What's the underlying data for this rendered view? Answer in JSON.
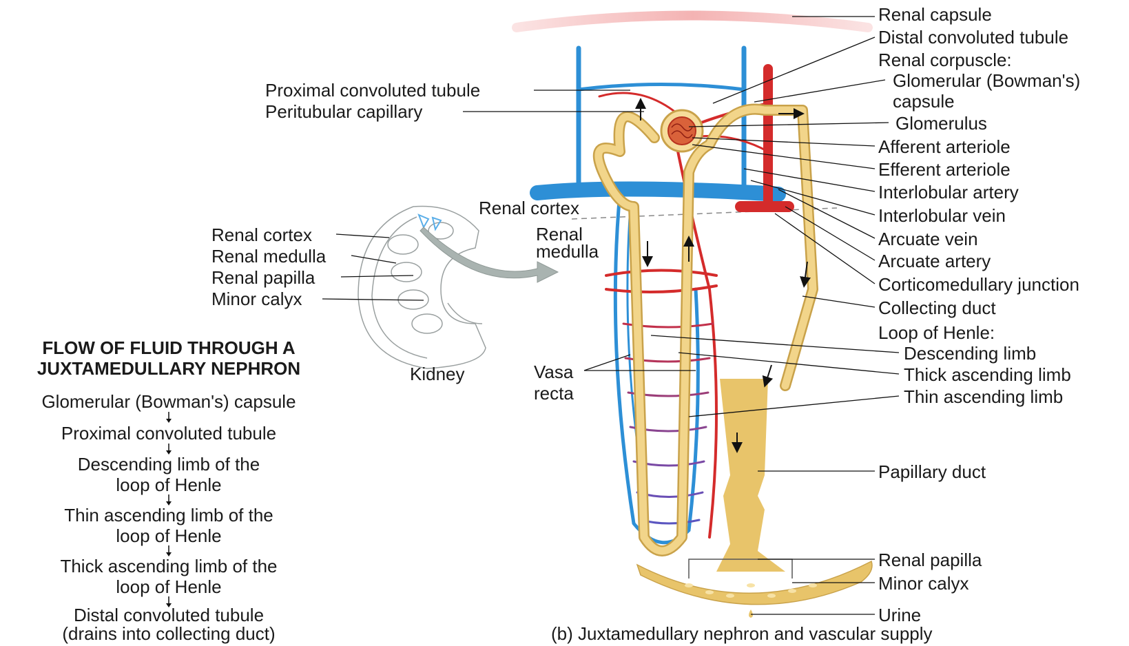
{
  "right_labels": [
    "Renal capsule",
    "Distal convoluted tubule",
    "Renal corpuscle:",
    "Glomerular (Bowman's)",
    "capsule",
    "Glomerulus",
    "Afferent arteriole",
    "Efferent arteriole",
    "Interlobular artery",
    "Interlobular vein",
    "Arcuate vein",
    "Arcuate artery",
    "Corticomedullary junction",
    "Collecting duct",
    "Loop of Henle:",
    "Descending limb",
    "Thick ascending limb",
    "Thin ascending limb",
    "Papillary duct",
    "Renal papilla",
    "Minor calyx",
    "Urine"
  ],
  "left_labels": {
    "proximal_tubule": "Proximal convoluted tubule",
    "peritubular_capillary": "Peritubular capillary",
    "renal_cortex_center": "Renal cortex",
    "renal_medulla_center_1": "Renal",
    "renal_medulla_center_2": "medulla",
    "vasa_recta_1": "Vasa",
    "vasa_recta_2": "recta"
  },
  "kidney_labels": {
    "cortex": "Renal cortex",
    "medulla": "Renal medulla",
    "papilla": "Renal papilla",
    "calyx": "Minor calyx",
    "kidney": "Kidney"
  },
  "flow": {
    "title_line1": "FLOW OF FLUID THROUGH A",
    "title_line2": "JUXTAMEDULLARY NEPHRON",
    "steps": [
      "Glomerular (Bowman's) capsule",
      "Proximal convoluted tubule",
      "Descending limb of the",
      "loop of Henle",
      "Thin ascending limb of the",
      "loop of Henle",
      "Thick ascending limb of the",
      "loop of Henle",
      "Distal convoluted tubule",
      "(drains into collecting duct)"
    ]
  },
  "caption": "(b) Juxtamedullary nephron and vascular supply",
  "colors": {
    "vein_blue": "#2d8fd6",
    "artery_red": "#d42b2b",
    "tubule_yellow": "#f2d58a",
    "tubule_outline": "#c9a24a",
    "duct_gold": "#e8c46a",
    "capsule_pink": "#f4b3b3",
    "kidney_gray": "#9aa0a0",
    "arrow_gray": "#a9b3b0"
  }
}
